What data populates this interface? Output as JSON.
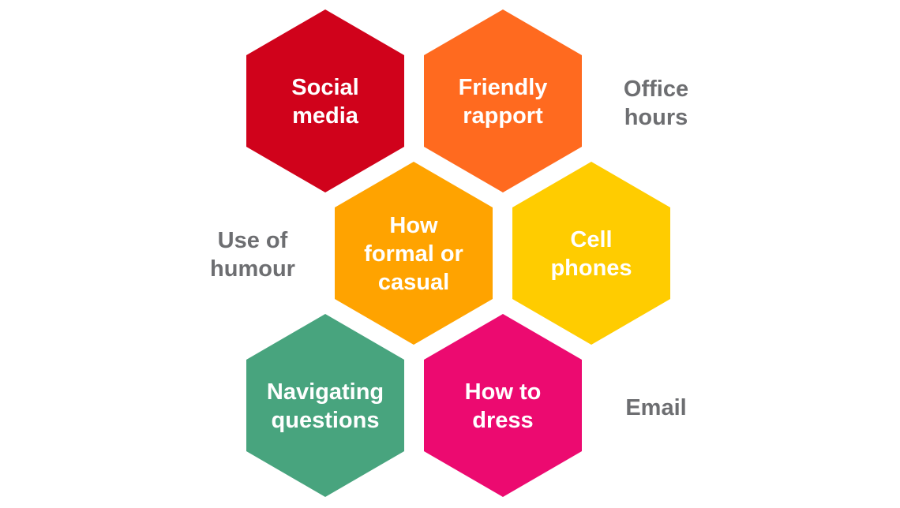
{
  "hexagons": [
    {
      "id": "social-media",
      "lines": [
        "Social",
        "media"
      ],
      "color": "#d0021b"
    },
    {
      "id": "friendly-rapport",
      "lines": [
        "Friendly",
        "rapport"
      ],
      "color": "#ff6a1f"
    },
    {
      "id": "how-formal-or-casual",
      "lines": [
        "How",
        "formal or",
        "casual"
      ],
      "color": "#ffa300"
    },
    {
      "id": "cell-phones",
      "lines": [
        "Cell",
        "phones"
      ],
      "color": "#ffcc00"
    },
    {
      "id": "navigating-questions",
      "lines": [
        "Navigating",
        "questions"
      ],
      "color": "#48a47e"
    },
    {
      "id": "how-to-dress",
      "lines": [
        "How to",
        "dress"
      ],
      "color": "#ec0a70"
    }
  ],
  "side_labels": [
    {
      "id": "office-hours",
      "lines": [
        "Office",
        "hours"
      ]
    },
    {
      "id": "use-of-humour",
      "lines": [
        "Use of",
        "humour"
      ]
    },
    {
      "id": "email",
      "lines": [
        "Email"
      ]
    }
  ],
  "colors": {
    "side_text": "#6d6e71",
    "hex_text": "#ffffff"
  }
}
